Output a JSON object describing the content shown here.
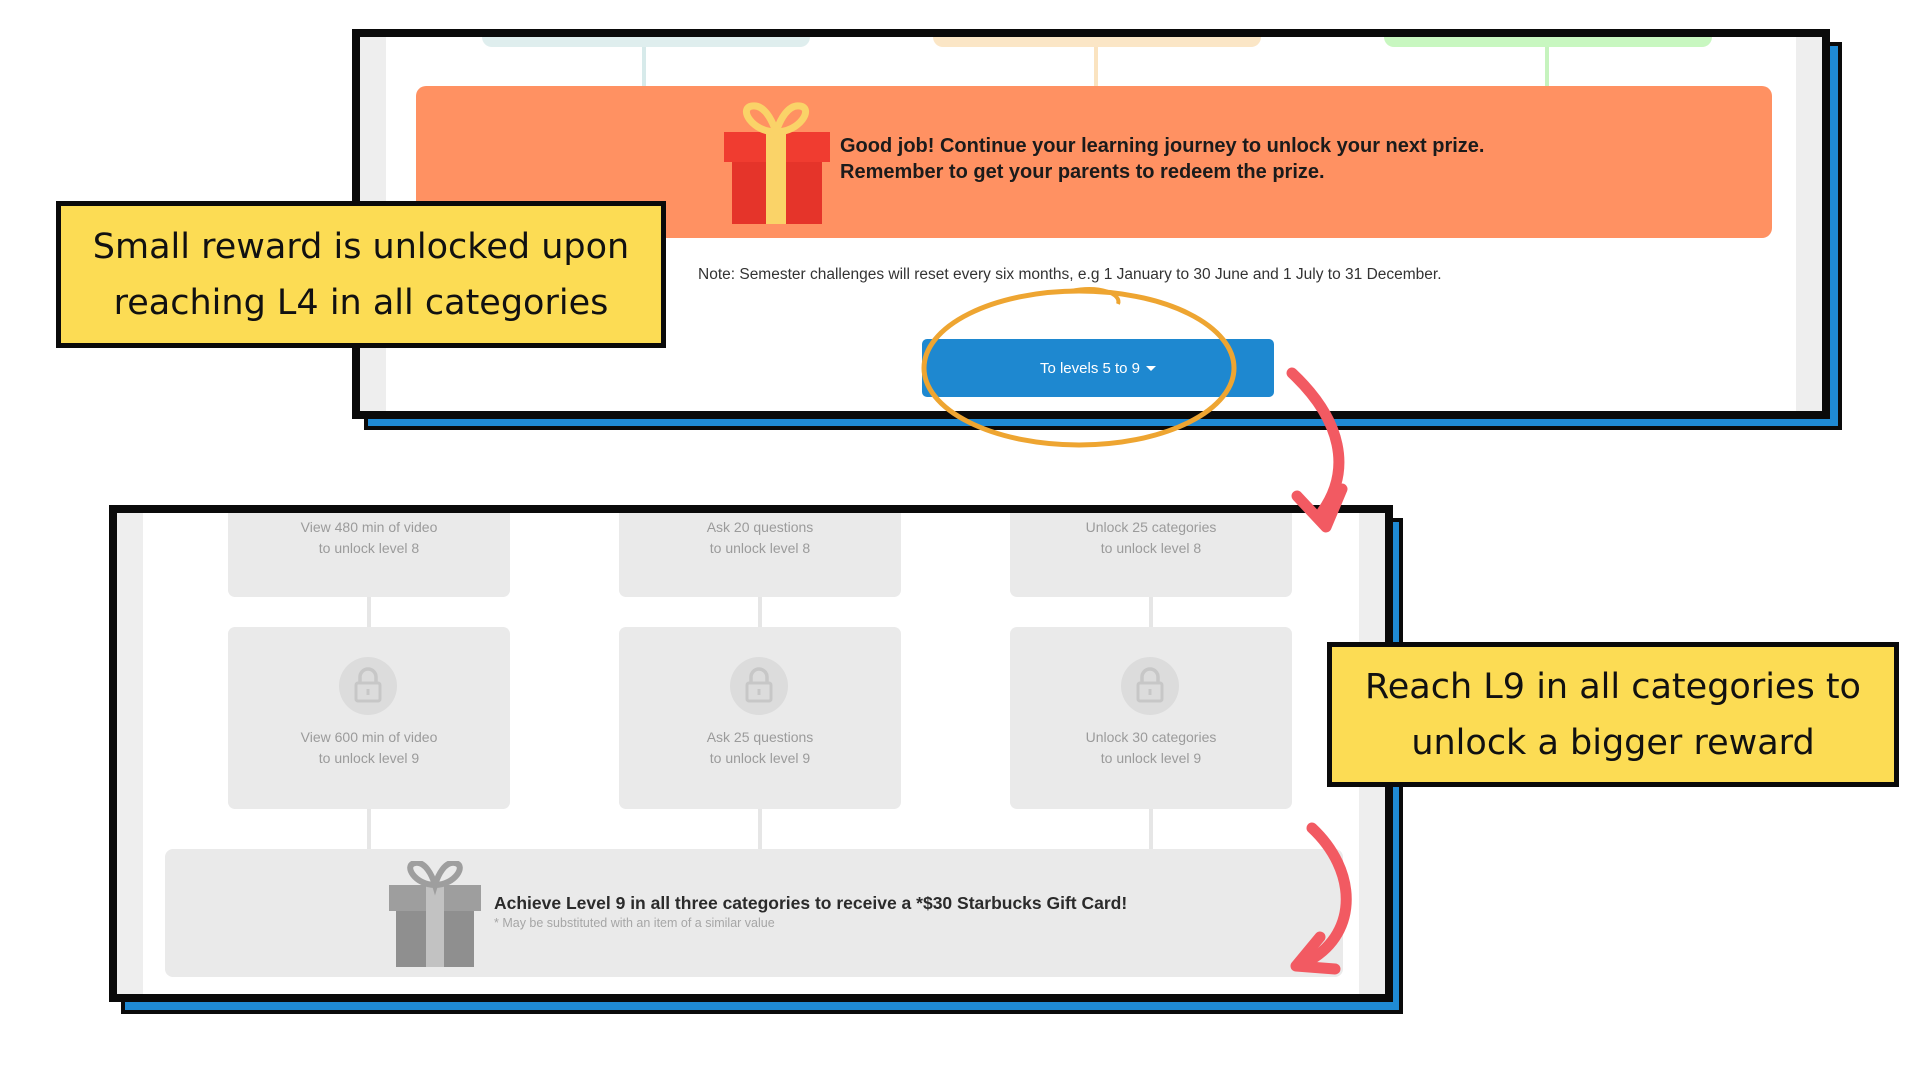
{
  "top_panel": {
    "reward_banner": {
      "line1": "Good job! Continue your learning journey to unlock your next prize.",
      "line2": "Remember to get your parents to redeem the prize."
    },
    "note": "Note: Semester challenges will reset every six months, e.g 1 January to 30 June and 1 July to 31 December.",
    "levels_button": "To levels 5 to 9"
  },
  "bottom_panel": {
    "columns": [
      {
        "level8_line1": "View 480 min of video",
        "level8_line2": "to unlock level 8",
        "level9_line1": "View 600 min of video",
        "level9_line2": "to unlock level 9"
      },
      {
        "level8_line1": "Ask 20 questions",
        "level8_line2": "to unlock level 8",
        "level9_line1": "Ask 25 questions",
        "level9_line2": "to unlock level 9"
      },
      {
        "level8_line1": "Unlock 25 categories",
        "level8_line2": "to unlock level 8",
        "level9_line1": "Unlock 30 categories",
        "level9_line2": "to unlock level 9"
      }
    ],
    "grand_reward": {
      "title": "Achieve Level 9 in all three categories to receive a *$30 Starbucks Gift Card!",
      "subtitle": "* May be substituted with an item of a similar value"
    }
  },
  "callouts": {
    "small_reward": {
      "line1": "Small reward is unlocked upon",
      "line2": "reaching L4 in all categories"
    },
    "big_reward": {
      "line1": "Reach L9 in all categories to",
      "line2": "unlock a bigger reward"
    }
  },
  "colors": {
    "banner": "#ff9162",
    "button": "#1e88d0",
    "callout": "#fcdc54",
    "arrow": "#f25a62",
    "highlight_ring": "#eea531",
    "panel_shadow": "#1f8ad4"
  },
  "icons": [
    "gift-icon",
    "lock-icon",
    "caret-down-icon",
    "curved-arrow-icon"
  ]
}
